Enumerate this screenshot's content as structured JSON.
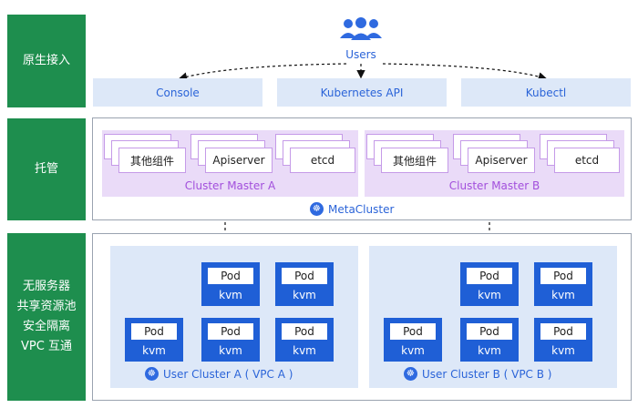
{
  "rows": {
    "access": "原生接入",
    "hosted": "托管",
    "serverless": [
      "无服务器",
      "共享资源池",
      "安全隔离",
      "VPC 互通"
    ]
  },
  "users": {
    "label": "Users",
    "icon": "users-icon"
  },
  "access_points": [
    "Console",
    "Kubernetes API",
    "Kubectl"
  ],
  "masters": [
    {
      "label": "Cluster Master A",
      "components": [
        "其他组件",
        "Apiserver",
        "etcd"
      ]
    },
    {
      "label": "Cluster Master B",
      "components": [
        "其他组件",
        "Apiserver",
        "etcd"
      ]
    }
  ],
  "metacluster": {
    "label": "MetaCluster",
    "icon": "kubernetes-icon"
  },
  "user_clusters": [
    {
      "label": "User Cluster A ( VPC A )"
    },
    {
      "label": "User Cluster B ( VPC B )"
    }
  ],
  "pod": {
    "name": "Pod",
    "runtime": "kvm"
  },
  "colors": {
    "green": "#1e8e4e",
    "blue": "#1f5fd6",
    "light_blue": "#dde8f8",
    "purple_light": "#eadbf8",
    "purple_text": "#a24fdc"
  }
}
